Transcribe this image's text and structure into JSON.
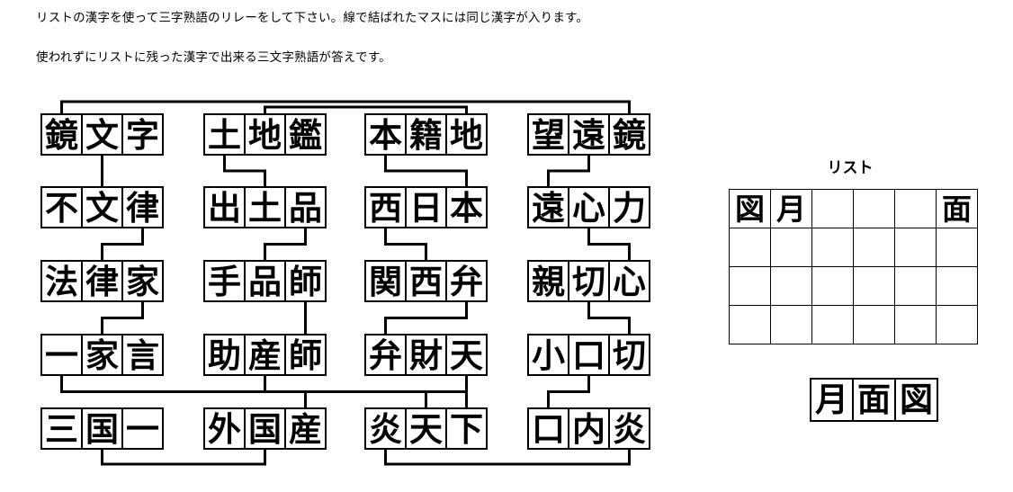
{
  "instructions": {
    "line1": "リストの漢字を使って三字熟語のリレーをして下さい。線で結ばれたマスには同じ漢字が入ります。",
    "line2": "使われずにリストに残った漢字で出来る三文字熟語が答えです。"
  },
  "puzzle": {
    "columns": [
      {
        "rows": [
          {
            "chars": [
              "鏡",
              "文",
              "字"
            ]
          },
          {
            "chars": [
              "不",
              "文",
              "律"
            ]
          },
          {
            "chars": [
              "法",
              "律",
              "家"
            ]
          },
          {
            "chars": [
              "一",
              "家",
              "言"
            ]
          },
          {
            "chars": [
              "三",
              "国",
              "一"
            ]
          }
        ]
      },
      {
        "rows": [
          {
            "chars": [
              "土",
              "地",
              "鑑"
            ]
          },
          {
            "chars": [
              "出",
              "土",
              "品"
            ]
          },
          {
            "chars": [
              "手",
              "品",
              "師"
            ]
          },
          {
            "chars": [
              "助",
              "産",
              "師"
            ]
          },
          {
            "chars": [
              "外",
              "国",
              "産"
            ]
          }
        ]
      },
      {
        "rows": [
          {
            "chars": [
              "本",
              "籍",
              "地"
            ]
          },
          {
            "chars": [
              "西",
              "日",
              "本"
            ]
          },
          {
            "chars": [
              "関",
              "西",
              "弁"
            ]
          },
          {
            "chars": [
              "弁",
              "財",
              "天"
            ]
          },
          {
            "chars": [
              "炎",
              "天",
              "下"
            ]
          }
        ]
      },
      {
        "rows": [
          {
            "chars": [
              "望",
              "遠",
              "鏡"
            ]
          },
          {
            "chars": [
              "遠",
              "心",
              "力"
            ]
          },
          {
            "chars": [
              "親",
              "切",
              "心"
            ]
          },
          {
            "chars": [
              "小",
              "口",
              "切"
            ]
          },
          {
            "chars": [
              "口",
              "内",
              "炎"
            ]
          }
        ]
      }
    ]
  },
  "list": {
    "title": "リスト",
    "rows": [
      [
        "図",
        "月",
        "",
        "",
        "",
        "面"
      ],
      [
        "",
        "",
        "",
        "",
        "",
        ""
      ],
      [
        "",
        "",
        "",
        "",
        "",
        ""
      ],
      [
        "",
        "",
        "",
        "",
        "",
        ""
      ]
    ]
  },
  "answer": {
    "chars": [
      "月",
      "面",
      "図"
    ]
  },
  "colors": {
    "ink": "#000000",
    "paper": "#ffffff"
  }
}
